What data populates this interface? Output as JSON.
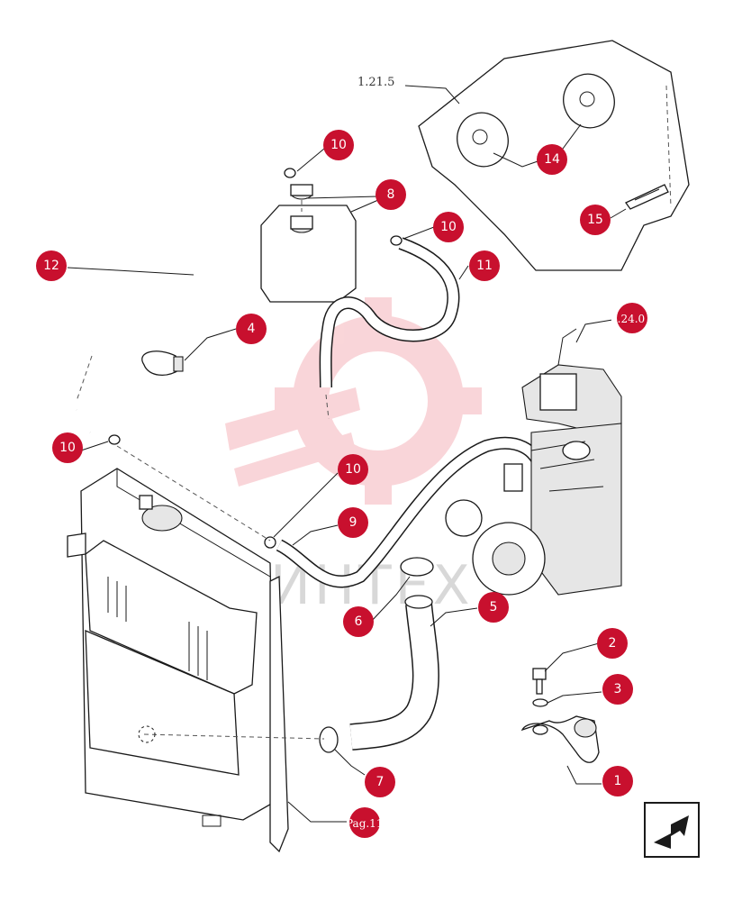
{
  "callouts": [
    {
      "id": "c1",
      "label": "1"
    },
    {
      "id": "c2",
      "label": "2"
    },
    {
      "id": "c3",
      "label": "3"
    },
    {
      "id": "c4",
      "label": "4"
    },
    {
      "id": "c5",
      "label": "5"
    },
    {
      "id": "c6",
      "label": "6"
    },
    {
      "id": "c7",
      "label": "7"
    },
    {
      "id": "c8",
      "label": "8"
    },
    {
      "id": "c9",
      "label": "9"
    },
    {
      "id": "c10a",
      "label": "10"
    },
    {
      "id": "c10b",
      "label": "10"
    },
    {
      "id": "c10c",
      "label": "10"
    },
    {
      "id": "c10d",
      "label": "10"
    },
    {
      "id": "c11",
      "label": "11"
    },
    {
      "id": "c12",
      "label": "12"
    },
    {
      "id": "c14",
      "label": "14"
    },
    {
      "id": "c15",
      "label": "15"
    }
  ],
  "references": {
    "top": "1.21.5",
    "engine": "0.24.0",
    "bottom": "Pag.11"
  },
  "watermark": "ИНТЕХ",
  "colors": {
    "callout": "#c8102e",
    "watermark": "#f4b9be"
  },
  "nav_icon": "next-page-arrow-icon"
}
